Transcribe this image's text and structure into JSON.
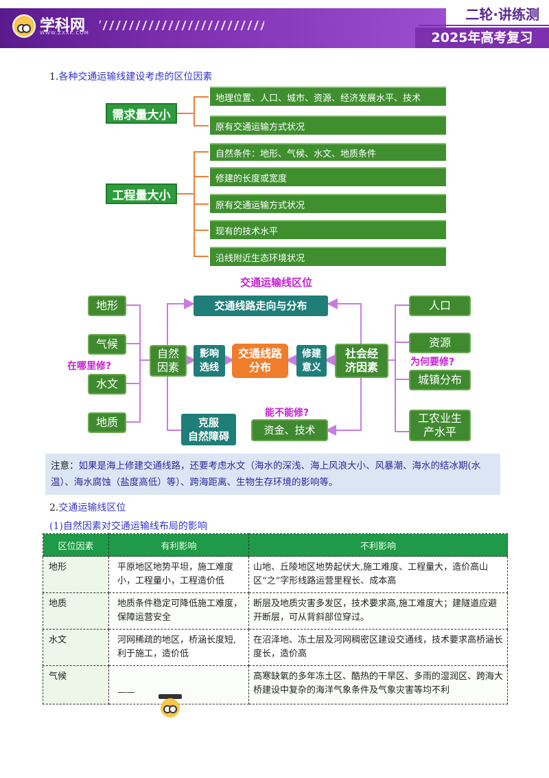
{
  "header": {
    "logo_text": "学科网",
    "logo_sub": "WWW.ZXXK.COM",
    "series": "二轮·讲练测",
    "year_title": "2025年高考复习",
    "brand_color": "#7d2fb0"
  },
  "section1": {
    "number": "1.",
    "title": "各种交通运输线建设考虑的区位因素"
  },
  "diagram1": {
    "demand": {
      "label": "需求量大小",
      "items": [
        "地理位置、人口、城市、资源、经济发展水平、技术",
        "原有交通运输方式状况"
      ]
    },
    "engineering": {
      "label": "工程量大小",
      "items": [
        "自然条件：地形、气候、水文、地质条件",
        "修建的长度或宽度",
        "原有交通运输方式状况",
        "现有的技术水平",
        "沿线附近生态环境状况"
      ]
    }
  },
  "diagram2": {
    "title": "交通运输线区位",
    "left_factors": [
      "地形",
      "气候",
      "水文",
      "地质"
    ],
    "where_q": "在哪里修?",
    "natural": "自然\n因素",
    "influence": "影响\n选线",
    "core": "交通线路\n分布",
    "build": "修建\n意义",
    "social": "社会经\n济因素",
    "top_result": "交通线路走向与分布",
    "overcome": "克服\n自然障碍",
    "funds": "资金、技术",
    "can_q": "能不能修?",
    "why_q": "为何要修?",
    "right_factors": [
      "人口",
      "资源",
      "城镇分布",
      "工农业生\n产水平"
    ]
  },
  "note": {
    "label": "注意：",
    "text": "如果是海上修建交通线路，还要考虑水文（海水的深浅、海上风浪大小、风暴潮、海水的结冰期(水温）、海水腐蚀（盐度高低）等）、跨海距离、生物生存环境的影响等。"
  },
  "section2": {
    "number": "2.",
    "title": "交通运输线区位",
    "sub": "(1)自然因素对交通运输线布局的影响"
  },
  "table": {
    "headers": [
      "区位因素",
      "有利影响",
      "不利影响"
    ],
    "rows": [
      {
        "factor": "地形",
        "good": "平原地区地势平坦，施工难度小，工程量小，工程造价低",
        "bad": "山地、丘陵地区地势起伏大,施工难度、工程量大，造价高山区“之”字形线路运营里程长、成本高"
      },
      {
        "factor": "地质",
        "good": "地质条件稳定可降低施工难度，保障运营安全",
        "bad": "断层及地质灾害多发区，技术要求高,施工难度大；建隧道应避开断层，可从背斜部位穿过。"
      },
      {
        "factor": "水文",
        "good": "河网稀疏的地区，桥涵长度短,利于施工，造价低",
        "bad": "在沼泽地、冻土层及河网稠密区建设交通线，技术要求高桥涵长度长，造价高"
      },
      {
        "factor": "气候",
        "good": "——",
        "bad": "高寒缺氧的多年冻土区、酷热的干旱区、多雨的湿润区、跨海大桥建设中复杂的海洋气象条件及气象灾害等均不利"
      }
    ]
  }
}
